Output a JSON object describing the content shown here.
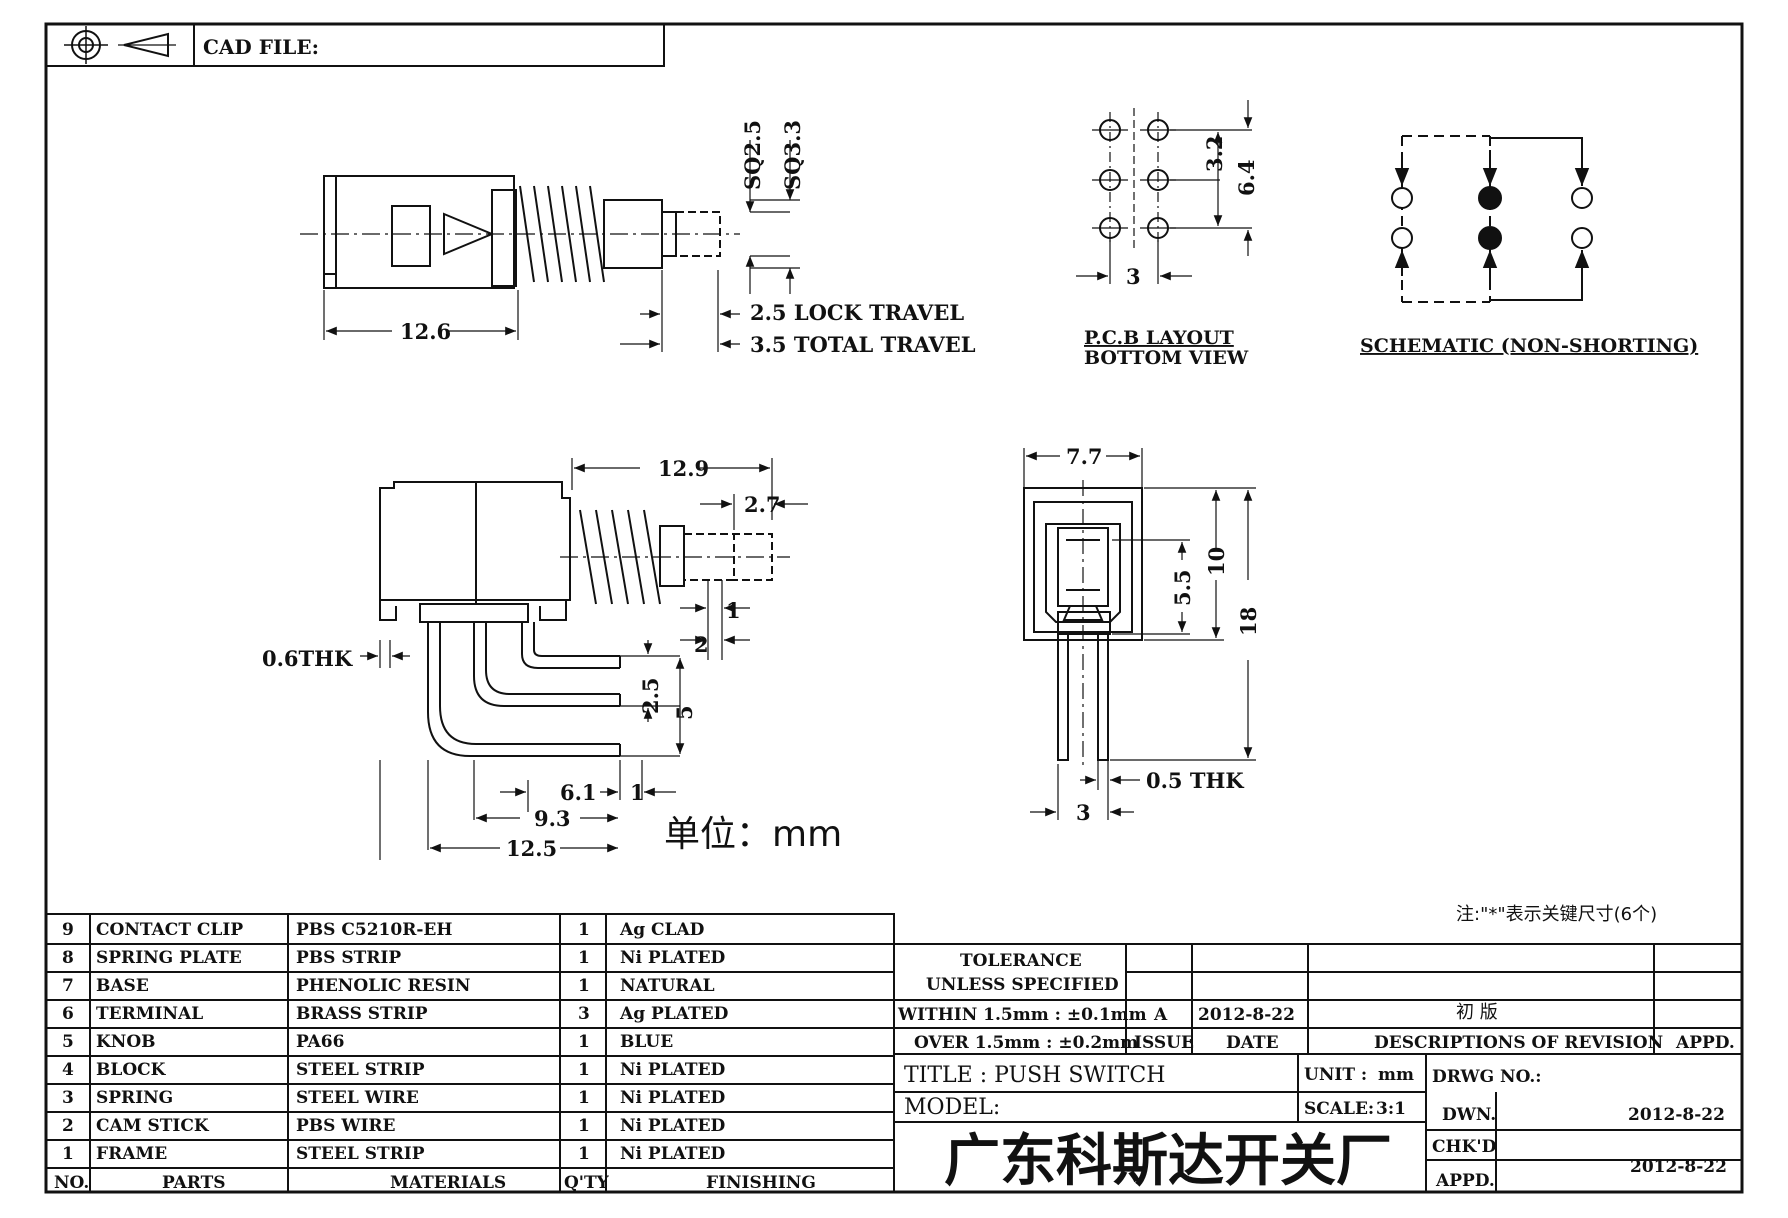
{
  "header": {
    "cad_file_label": "CAD FILE:"
  },
  "views": {
    "side": {
      "sq_inner": "SQ2.5",
      "sq_outer": "SQ3.3",
      "lock_travel": "2.5 LOCK TRAVEL",
      "total_travel": "3.5 TOTAL TRAVEL",
      "body_length": "12.6"
    },
    "pcb": {
      "pitch_y": "3.2",
      "span_y": "6.4",
      "pitch_x": "3",
      "title_line1": "P.C.B LAYOUT",
      "title_line2": "BOTTOM VIEW"
    },
    "schematic": {
      "title": "SCHEMATIC (NON-SHORTING)"
    },
    "front": {
      "d_12_9": "12.9",
      "d_2_7": "2.7",
      "d_1": "1",
      "d_2": "2",
      "thk": "0.6THK",
      "d_2_5": "2.5",
      "d_5": "5",
      "d_6_1": "6.1",
      "d_1b": "1",
      "d_9_3": "9.3",
      "d_12_5": "12.5",
      "unit_note": "单位：mm"
    },
    "end": {
      "d_7_7": "7.7",
      "d_10": "10",
      "d_5_5": "5.5",
      "d_18": "18",
      "thk": "0.5 THK",
      "d_3": "3"
    }
  },
  "note": "注:\"*\"表示关键尺寸(6个)",
  "parts_table": {
    "headers": [
      "NO.",
      "PARTS",
      "MATERIALS",
      "Q'TY",
      "FINISHING"
    ],
    "rows": [
      [
        "9",
        "CONTACT CLIP",
        "PBS C5210R-EH",
        "1",
        "Ag CLAD"
      ],
      [
        "8",
        "SPRING PLATE",
        "PBS STRIP",
        "1",
        "Ni PLATED"
      ],
      [
        "7",
        "BASE",
        "PHENOLIC RESIN",
        "1",
        "NATURAL"
      ],
      [
        "6",
        "TERMINAL",
        "BRASS STRIP",
        "3",
        "Ag PLATED"
      ],
      [
        "5",
        "KNOB",
        "PA66",
        "1",
        "BLUE"
      ],
      [
        "4",
        "BLOCK",
        "STEEL STRIP",
        "1",
        "Ni PLATED"
      ],
      [
        "3",
        "SPRING",
        "STEEL WIRE",
        "1",
        "Ni PLATED"
      ],
      [
        "2",
        "CAM STICK",
        "PBS WIRE",
        "1",
        "Ni PLATED"
      ],
      [
        "1",
        "FRAME",
        "STEEL STRIP",
        "1",
        "Ni PLATED"
      ]
    ]
  },
  "title_block": {
    "tolerance_1": "TOLERANCE",
    "tolerance_2": "UNLESS   SPECIFIED",
    "within": "WITHIN 1.5mm : ±0.1mm",
    "over": "OVER 1.5mm : ±0.2mm",
    "rev_issue": "A",
    "rev_date": "2012-8-22",
    "rev_desc": "初 版",
    "hdr_issue": "ISSUE",
    "hdr_date": "DATE",
    "hdr_desc": "DESCRIPTIONS  OF  REVISION",
    "hdr_appd": "APPD.",
    "title": "TITLE : PUSH  SWITCH",
    "model": "MODEL:",
    "unit_label": "UNIT :",
    "unit_value": "mm",
    "scale_label": "SCALE:",
    "scale_value": "3:1",
    "drwg_no": "DRWG NO.:",
    "dwn": "DWN.",
    "dwn_date": "2012-8-22",
    "chkd": "CHK'D",
    "appd": "APPD.",
    "chkd_appd_date": "2012-8-22",
    "company": "广东科斯达开关厂"
  }
}
